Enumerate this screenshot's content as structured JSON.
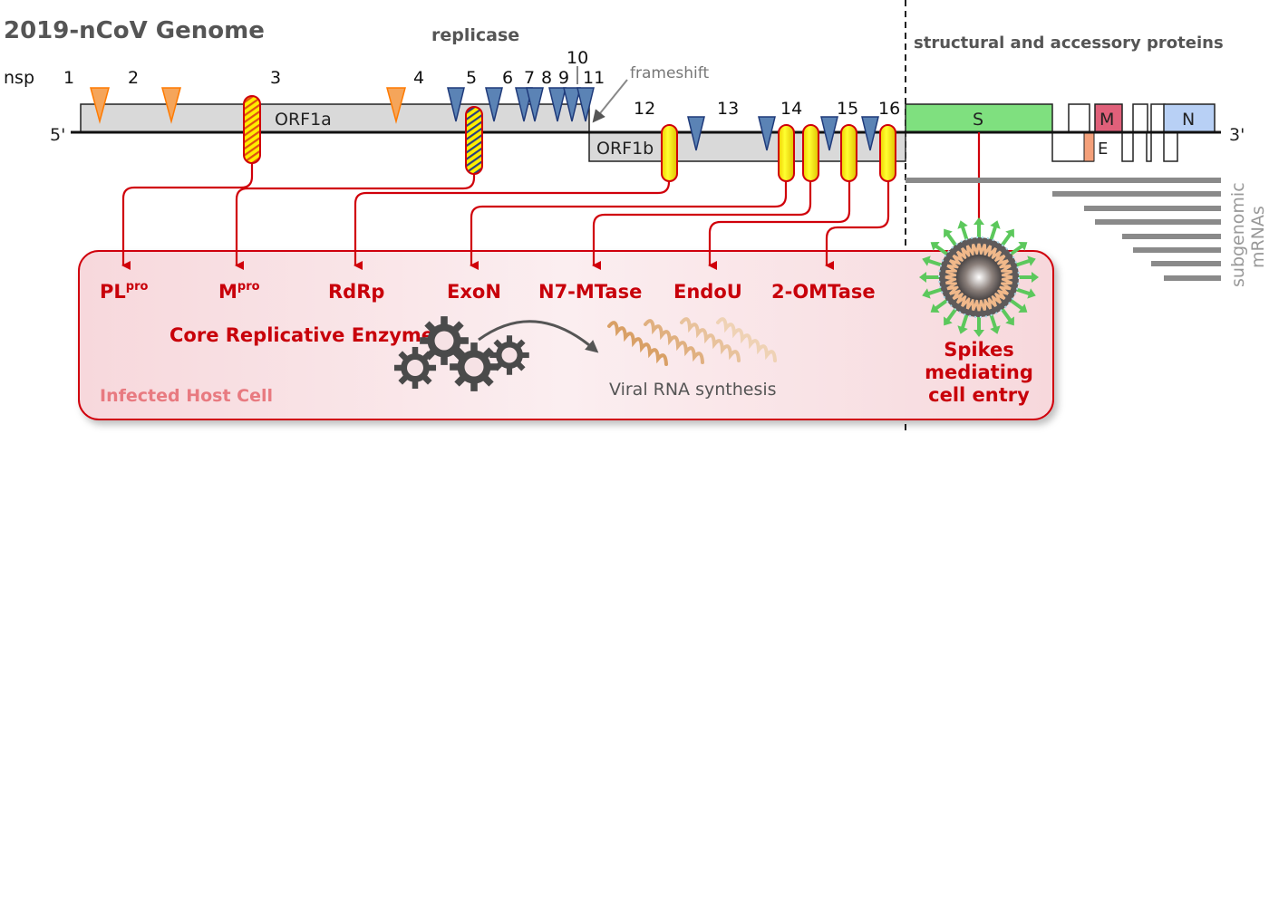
{
  "title": "2019-nCoV Genome",
  "sections": {
    "replicase": "replicase",
    "structural": "structural and accessory proteins"
  },
  "genome": {
    "nsp_label": "nsp",
    "five_prime": "5'",
    "three_prime": "3'",
    "orf1a": "ORF1a",
    "orf1b": "ORF1b",
    "frameshift": "frameshift",
    "nsp_numbers": [
      "1",
      "2",
      "3",
      "4",
      "5",
      "6",
      "7",
      "8",
      "9",
      "10",
      "11",
      "12",
      "13",
      "14",
      "15",
      "16"
    ],
    "structural_genes": [
      "S",
      "E",
      "M",
      "N"
    ]
  },
  "colors": {
    "orf_fill": "#d9d9d9",
    "papain_cleavage": "#f5a55a",
    "mpro_cleavage": "#5b83b5",
    "enzyme_marker": "#ffff00",
    "enzyme_red": "#c8000a",
    "spike_green": "#7fe07f",
    "membrane_pink": "#e0607a",
    "envelope_orange": "#f4a07a",
    "nucleocapsid_blue": "#b8d0f5",
    "host_cell_fill": "#f9e1e4",
    "host_cell_border": "#d0000a",
    "mrna_grey": "#8a8a8a"
  },
  "enzymes": [
    {
      "name": "PL",
      "sup": "pro"
    },
    {
      "name": "M",
      "sup": "pro"
    },
    {
      "name": "RdRp",
      "sup": ""
    },
    {
      "name": "ExoN",
      "sup": ""
    },
    {
      "name": "N7-MTase",
      "sup": ""
    },
    {
      "name": "EndoU",
      "sup": ""
    },
    {
      "name": "2-OMTase",
      "sup": ""
    }
  ],
  "host_cell": {
    "core_label": "Core Replicative Enzymes",
    "cell_label": "Infected Host Cell",
    "synthesis_label": "Viral RNA synthesis"
  },
  "virion": {
    "label_lines": [
      "Spikes",
      "mediating",
      "cell entry"
    ]
  },
  "subgenomic": {
    "label_lines": [
      "subgenomic",
      "mRNAs"
    ],
    "count": 8
  }
}
